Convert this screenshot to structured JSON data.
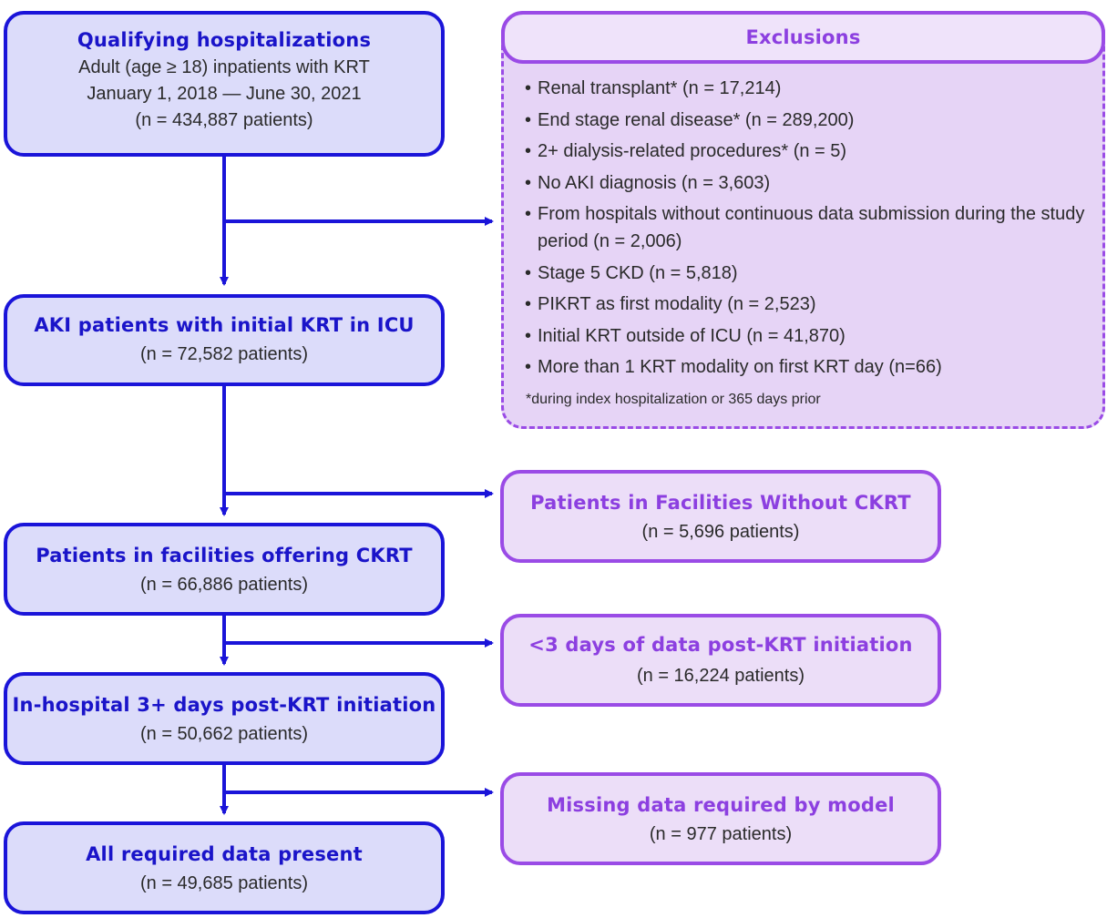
{
  "colors": {
    "main_border": "#1a14d9",
    "main_fill": "#dcdcfa",
    "main_title": "#1a14c9",
    "exclusion_border": "#9a4be6",
    "exclusion_fill": "#ecdef8",
    "exclusion_title": "#8c3fe0",
    "arrow": "#1a14d9"
  },
  "main_flow": [
    {
      "title": "Qualifying hospitalizations",
      "lines": [
        "Adult (age ≥ 18) inpatients with KRT",
        "January 1, 2018 — June 30, 2021",
        "(n = 434,887 patients)"
      ]
    },
    {
      "title": "AKI patients with initial KRT in ICU",
      "lines": [
        "(n = 72,582 patients)"
      ]
    },
    {
      "title": "Patients in facilities offering CKRT",
      "lines": [
        "(n = 66,886 patients)"
      ]
    },
    {
      "title": "In-hospital 3+ days post-KRT initiation",
      "lines": [
        "(n = 50,662 patients)"
      ]
    },
    {
      "title": "All required data present",
      "lines": [
        "(n = 49,685 patients)"
      ]
    }
  ],
  "exclusions": {
    "title": "Exclusions",
    "items": [
      "Renal transplant* (n = 17,214)",
      "End stage renal disease* (n = 289,200)",
      "2+ dialysis-related procedures* (n = 5)",
      "No AKI diagnosis (n = 3,603)",
      "From hospitals without continuous data submission during the study period (n = 2,006)",
      "Stage 5 CKD (n = 5,818)",
      "PIKRT as first modality (n = 2,523)",
      "Initial KRT outside of ICU (n = 41,870)",
      "More than 1 KRT modality on first KRT day (n=66)"
    ],
    "footnote": "*during index hospitalization or 365 days prior"
  },
  "side_exclusions": [
    {
      "title": "Patients in Facilities Without CKRT",
      "count": "(n = 5,696 patients)"
    },
    {
      "title": "<3 days of data post-KRT initiation",
      "count": "(n = 16,224 patients)"
    },
    {
      "title": "Missing data required by model",
      "count": "(n = 977 patients)"
    }
  ]
}
